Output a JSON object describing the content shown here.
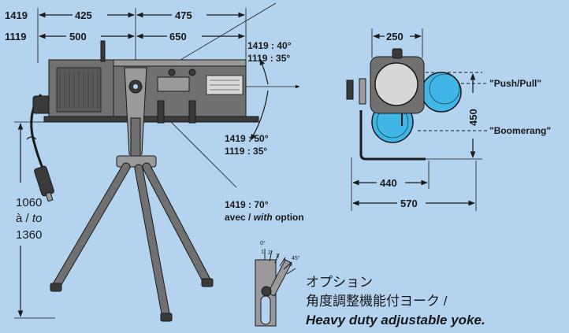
{
  "dimensions": {
    "row1_model": "1419",
    "row1_a": "425",
    "row1_b": "475",
    "row2_model": "1119",
    "row2_a": "500",
    "row2_b": "650",
    "front_width": "250",
    "front_height": "450",
    "base_inner": "440",
    "base_outer": "570",
    "height_min": "1060",
    "height_sep_fr": "à / ",
    "height_sep_en": "to",
    "height_max": "1360"
  },
  "tilt_angles": {
    "up_1419": "1419 : 40°",
    "up_1119": "1119 : 35°",
    "down_1419": "1419 : 50°",
    "down_1119": "1119 : 35°",
    "option_1419": "1419 : 70°",
    "option_fr": "avec / ",
    "option_en": "with",
    "option_tail": " option"
  },
  "labels": {
    "push_pull": "\"Push/Pull\"",
    "boomerang": "\"Boomerang\""
  },
  "yoke_scale": {
    "zero": "0°",
    "n1": "1",
    "n2": "2",
    "n3": "3",
    "n4": "4",
    "n5": "5",
    "end": "45°"
  },
  "caption": {
    "line1_jp": "オプション",
    "line2_jp": "角度調整機能付ヨーク /",
    "line3_en": "Heavy duty adjustable yoke."
  },
  "colors": {
    "background": "#b4d3ee",
    "gel_cyan": "#3fb6e6",
    "body_gray": "#707070"
  }
}
